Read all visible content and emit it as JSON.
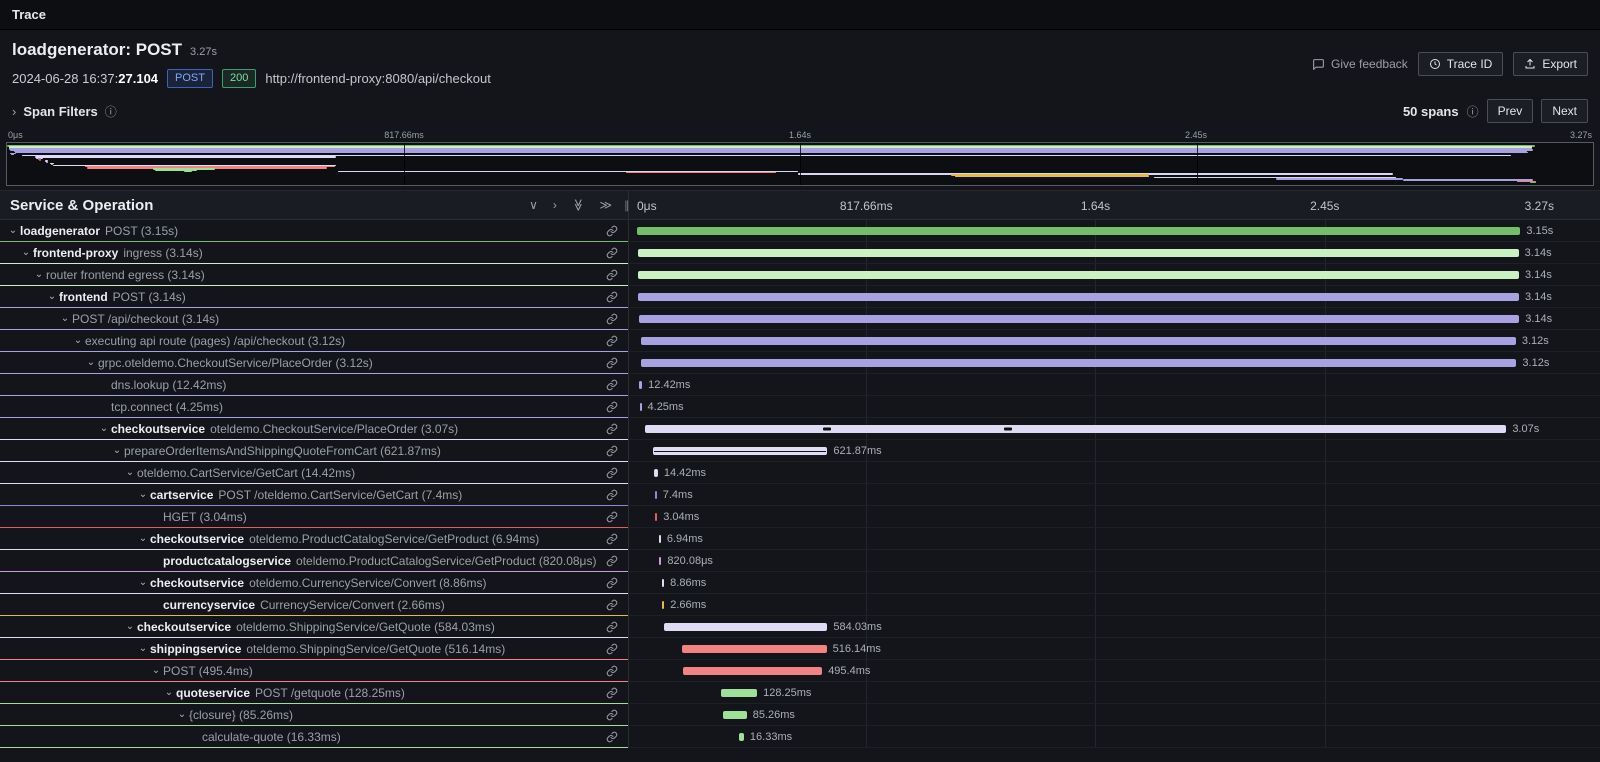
{
  "topbar": {
    "title": "Trace"
  },
  "header": {
    "title": "loadgenerator: POST",
    "duration": "3.27s",
    "timestamp_prefix": "2024-06-28 16:37:",
    "timestamp_seconds": "27.104",
    "method_badge": "POST",
    "status_badge": "200",
    "url": "http://frontend-proxy:8080/api/checkout",
    "feedback_label": "Give feedback",
    "trace_id_label": "Trace ID",
    "export_label": "Export"
  },
  "filters": {
    "label": "Span Filters",
    "span_count": "50 spans",
    "prev_label": "Prev",
    "next_label": "Next"
  },
  "icons": {
    "collapse_one": "∨",
    "expand_one": "›",
    "collapse_all": "≫",
    "expand_all": "≫",
    "info": "ⓘ",
    "row_expanded": "⌄",
    "filters_chevron": "›",
    "grip": "∥"
  },
  "table": {
    "header": "Service & Operation"
  },
  "timeline": {
    "ticks": [
      "0μs",
      "817.66ms",
      "1.64s",
      "2.45s",
      "3.27s"
    ],
    "total_ms": 3270
  },
  "spans": [
    {
      "service": "loadgenerator",
      "operation": "POST (3.15s)",
      "depth": 0,
      "expandable": true,
      "start": 0,
      "dur": 3150,
      "label": "3.15s",
      "color": "#73bf69"
    },
    {
      "service": "frontend-proxy",
      "operation": "ingress (3.14s)",
      "depth": 1,
      "expandable": true,
      "start": 4,
      "dur": 3140,
      "label": "3.14s",
      "color": "#c8f2c2"
    },
    {
      "service": "",
      "operation": "router frontend egress (3.14s)",
      "depth": 2,
      "expandable": true,
      "start": 5,
      "dur": 3140,
      "label": "3.14s",
      "color": "#c8f2c2"
    },
    {
      "service": "frontend",
      "operation": "POST (3.14s)",
      "depth": 3,
      "expandable": true,
      "start": 5,
      "dur": 3140,
      "label": "3.14s",
      "color": "#a8a2e3"
    },
    {
      "service": "",
      "operation": "POST /api/checkout (3.14s)",
      "depth": 4,
      "expandable": true,
      "start": 6,
      "dur": 3140,
      "label": "3.14s",
      "color": "#a8a2e3"
    },
    {
      "service": "",
      "operation": "executing api route (pages) /api/checkout (3.12s)",
      "depth": 5,
      "expandable": true,
      "start": 14,
      "dur": 3120,
      "label": "3.12s",
      "color": "#a8a2e3"
    },
    {
      "service": "",
      "operation": "grpc.oteldemo.CheckoutService/PlaceOrder (3.12s)",
      "depth": 6,
      "expandable": true,
      "start": 16,
      "dur": 3120,
      "label": "3.12s",
      "color": "#a8a2e3"
    },
    {
      "service": "",
      "operation": "dns.lookup (12.42ms)",
      "depth": 7,
      "expandable": false,
      "start": 6,
      "dur": 12.42,
      "label": "12.42ms",
      "color": "#a8a2e3"
    },
    {
      "service": "",
      "operation": "tcp.connect (4.25ms)",
      "depth": 7,
      "expandable": false,
      "start": 9,
      "dur": 4.25,
      "label": "4.25ms",
      "color": "#a8a2e3"
    },
    {
      "service": "checkoutservice",
      "operation": "oteldemo.CheckoutService/PlaceOrder (3.07s)",
      "depth": 7,
      "expandable": true,
      "start": 30,
      "dur": 3070,
      "label": "3.07s",
      "color": "#e0dbf5",
      "marks": [
        20.7,
        40.5
      ]
    },
    {
      "service": "",
      "operation": "prepareOrderItemsAndShippingQuoteFromCart (621.87ms)",
      "depth": 8,
      "expandable": true,
      "start": 57,
      "dur": 621.87,
      "label": "621.87ms",
      "color": "#e0dbf5",
      "strike": true
    },
    {
      "service": "",
      "operation": "oteldemo.CartService/GetCart (14.42ms)",
      "depth": 9,
      "expandable": true,
      "start": 60,
      "dur": 14.42,
      "label": "14.42ms",
      "color": "#e0dbf5"
    },
    {
      "service": "cartservice",
      "operation": "POST /oteldemo.CartService/GetCart (7.4ms)",
      "depth": 10,
      "expandable": true,
      "start": 63,
      "dur": 7.4,
      "label": "7.4ms",
      "color": "#9187d8"
    },
    {
      "service": "",
      "operation": "HGET (3.04ms)",
      "depth": 11,
      "expandable": false,
      "start": 65,
      "dur": 3.04,
      "label": "3.04ms",
      "color": "#e25d5d"
    },
    {
      "service": "checkoutservice",
      "operation": "oteldemo.ProductCatalogService/GetProduct (6.94ms)",
      "depth": 10,
      "expandable": true,
      "start": 78,
      "dur": 6.94,
      "label": "6.94ms",
      "color": "#e0dbf5"
    },
    {
      "service": "productcatalogservice",
      "operation": "oteldemo.ProductCatalogService/GetProduct (820.08μs)",
      "depth": 11,
      "expandable": false,
      "start": 80,
      "dur": 0.82,
      "label": "820.08μs",
      "color": "#cf9ae0"
    },
    {
      "service": "checkoutservice",
      "operation": "oteldemo.CurrencyService/Convert (8.86ms)",
      "depth": 10,
      "expandable": true,
      "start": 88,
      "dur": 8.86,
      "label": "8.86ms",
      "color": "#e0dbf5"
    },
    {
      "service": "currencyservice",
      "operation": "CurrencyService/Convert (2.66ms)",
      "depth": 11,
      "expandable": false,
      "start": 90,
      "dur": 2.66,
      "label": "2.66ms",
      "color": "#e3bc42"
    },
    {
      "service": "checkoutservice",
      "operation": "oteldemo.ShippingService/GetQuote (584.03ms)",
      "depth": 9,
      "expandable": true,
      "start": 95,
      "dur": 584.03,
      "label": "584.03ms",
      "color": "#e0dbf5"
    },
    {
      "service": "shippingservice",
      "operation": "oteldemo.ShippingService/GetQuote (516.14ms)",
      "depth": 10,
      "expandable": true,
      "start": 160,
      "dur": 516.14,
      "label": "516.14ms",
      "color": "#f28383"
    },
    {
      "service": "",
      "operation": "POST (495.4ms)",
      "depth": 11,
      "expandable": true,
      "start": 165,
      "dur": 495.4,
      "label": "495.4ms",
      "color": "#f28383"
    },
    {
      "service": "quoteservice",
      "operation": "POST /getquote (128.25ms)",
      "depth": 12,
      "expandable": true,
      "start": 300,
      "dur": 128.25,
      "label": "128.25ms",
      "color": "#9fe098"
    },
    {
      "service": "",
      "operation": "{closure} (85.26ms)",
      "depth": 13,
      "expandable": true,
      "start": 306,
      "dur": 85.26,
      "label": "85.26ms",
      "color": "#9fe098"
    },
    {
      "service": "",
      "operation": "calculate-quote (16.33ms)",
      "depth": 14,
      "expandable": false,
      "start": 365,
      "dur": 16.33,
      "label": "16.33ms",
      "color": "#9fe098"
    }
  ],
  "minimap": {
    "extra_lines": [
      {
        "left": 20.9,
        "width": 29.0,
        "color": "#dcd6f2"
      },
      {
        "left": 39.0,
        "width": 9.5,
        "color": "#f28383"
      },
      {
        "left": 49.9,
        "width": 37.5,
        "color": "#dcd6f2"
      },
      {
        "left": 59.5,
        "width": 12.5,
        "color": "#e3bc42"
      },
      {
        "left": 59.8,
        "width": 12.2,
        "color": "#e3bc42"
      },
      {
        "left": 72.3,
        "width": 15.3,
        "color": "#dcd6f2"
      },
      {
        "left": 80.0,
        "width": 8.0,
        "color": "#a8a2e3"
      },
      {
        "left": 88.0,
        "width": 8.2,
        "color": "#a8a2e3"
      },
      {
        "left": 95.2,
        "width": 1.2,
        "color": "#f28383"
      },
      {
        "left": 96.0,
        "width": 0.4,
        "color": "#73bf69"
      }
    ]
  }
}
